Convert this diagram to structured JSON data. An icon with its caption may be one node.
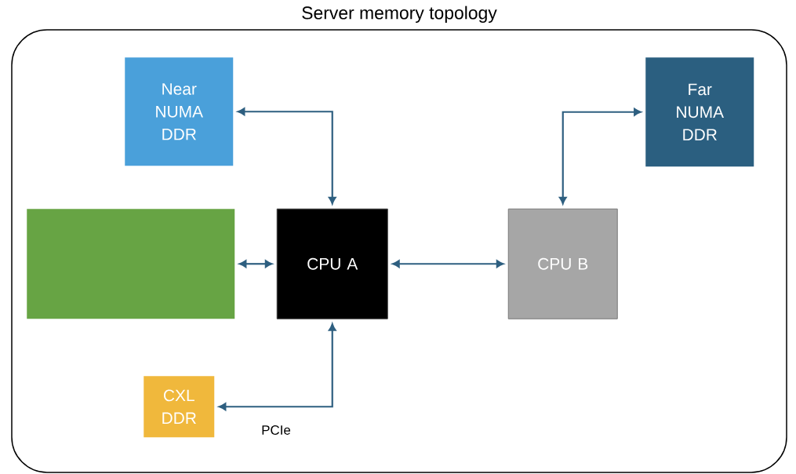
{
  "diagram": {
    "nodes": [
      {
        "text": [
          "Server memory topology"
        ]
      },
      {
        "text": [
          "Near NUMA DDR"
        ],
        "in": 0
      },
      {
        "text": [
          "Far NUMA DDR"
        ],
        "in": 0
      },
      {
        "text": [],
        "shape": "box",
        "in": 0
      },
      {
        "text": [
          "CPU A"
        ],
        "in": 0
      },
      {
        "text": [
          "CPU B"
        ],
        "in": 0
      },
      {
        "text": [
          "CXL DDR"
        ],
        "in": 0
      }
    ],
    "edges": [
      {
        "from": 1,
        "to": 4,
        "arrow": "both"
      },
      {
        "from": 2,
        "to": 5,
        "arrow": "both"
      },
      {
        "from": 3,
        "to": 4,
        "arrow": "both"
      },
      {
        "from": 4,
        "to": 5,
        "arrow": "both"
      },
      {
        "from": 4,
        "to": 6,
        "arrow": "both",
        "label": "PCIe"
      }
    ]
  }
}
